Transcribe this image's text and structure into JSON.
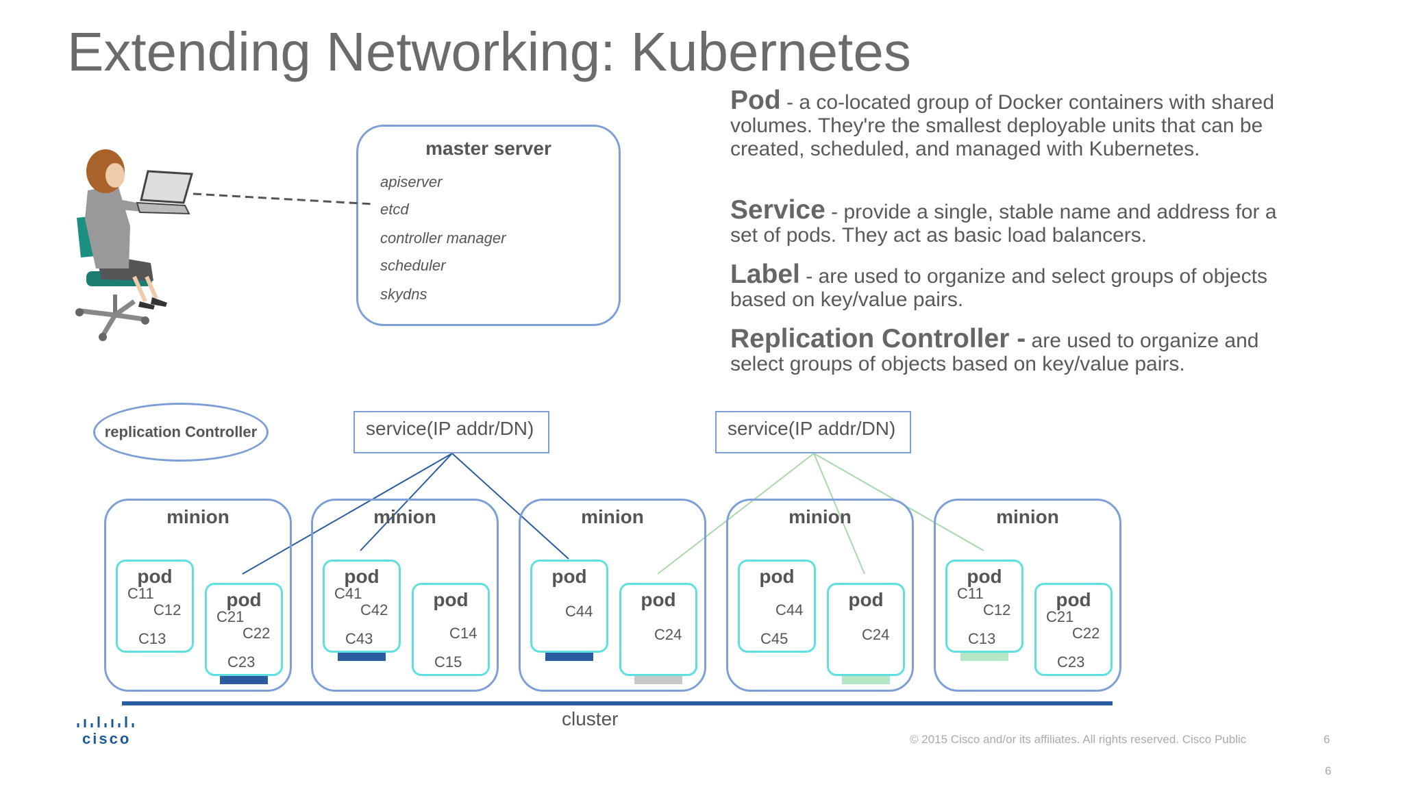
{
  "title": "Extending Networking: Kubernetes",
  "definitions": [
    {
      "term": "Pod",
      "text": " - a co-located group of Docker containers with shared volumes. They're the smallest deployable units that can be created, scheduled, and managed with Kubernetes."
    },
    {
      "term": "Service",
      "text": " - provide a single, stable name and address for a set of pods. They act as basic load balancers."
    },
    {
      "term": "Label",
      "text": " - are used to organize and select groups of objects based on key/value pairs."
    },
    {
      "term": "Replication Controller -",
      "text": " are used to organize and select groups of objects based on key/value pairs."
    }
  ],
  "master": {
    "title": "master server",
    "components": [
      "apiserver",
      "etcd",
      "controller manager",
      "scheduler",
      "skydns"
    ]
  },
  "replication_controller": "replication Controller",
  "services": [
    "service(IP addr/DN)",
    "service(IP addr/DN)"
  ],
  "minions": [
    {
      "label": "minion",
      "pods": [
        {
          "label": "pod",
          "containers": [
            "C11",
            "C12",
            "C13"
          ],
          "bar": null
        },
        {
          "label": "pod",
          "containers": [
            "C21",
            "C22",
            "C23"
          ],
          "bar": "#2b5b9f"
        }
      ]
    },
    {
      "label": "minion",
      "pods": [
        {
          "label": "pod",
          "containers": [
            "C41",
            "C42",
            "C43"
          ],
          "bar": "#2b5b9f"
        },
        {
          "label": "pod",
          "containers": [
            "C14",
            "C15"
          ],
          "bar": null
        }
      ]
    },
    {
      "label": "minion",
      "pods": [
        {
          "label": "pod",
          "containers": [
            "C44"
          ],
          "bar": "#2b5b9f"
        },
        {
          "label": "pod",
          "containers": [
            "C24"
          ],
          "bar": "#c8c8c8"
        }
      ]
    },
    {
      "label": "minion",
      "pods": [
        {
          "label": "pod",
          "containers": [
            "C44",
            "C45"
          ],
          "bar": null
        },
        {
          "label": "pod",
          "containers": [
            "C24"
          ],
          "bar": "#b5e6c5"
        }
      ]
    },
    {
      "label": "minion",
      "pods": [
        {
          "label": "pod",
          "containers": [
            "C11",
            "C12",
            "C13"
          ],
          "bar": "#b5e6c5"
        },
        {
          "label": "pod",
          "containers": [
            "C21",
            "C22",
            "C23"
          ],
          "bar": null
        }
      ]
    }
  ],
  "cluster": "cluster",
  "footer": {
    "copyright": "© 2015  Cisco and/or its affiliates. All rights reserved.   Cisco Public",
    "page": "6",
    "page2": "6",
    "logo": "cisco"
  },
  "colors": {
    "border": "#7d9fd6",
    "pod_border": "#5fe0e0",
    "service1_links": "#2b5b9f",
    "service2_links": "#a8d8a8"
  }
}
